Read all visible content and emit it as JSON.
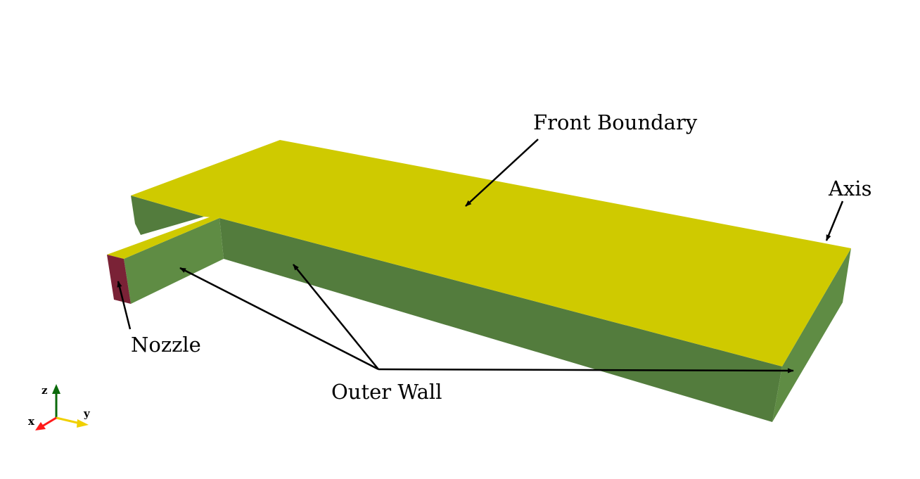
{
  "labels": {
    "front_boundary": "Front Boundary",
    "axis": "Axis",
    "nozzle": "Nozzle",
    "outer_wall": "Outer Wall"
  },
  "triad": {
    "z": "z",
    "x": "x",
    "y": "y"
  },
  "colors": {
    "front_boundary": "#cfca00",
    "outer_wall_dark": "#537c3d",
    "outer_wall_light": "#5f8c44",
    "nozzle": "#7a2236",
    "axis_x": "#ff1a1a",
    "axis_y": "#f0d000",
    "axis_z": "#0b6a0b"
  }
}
